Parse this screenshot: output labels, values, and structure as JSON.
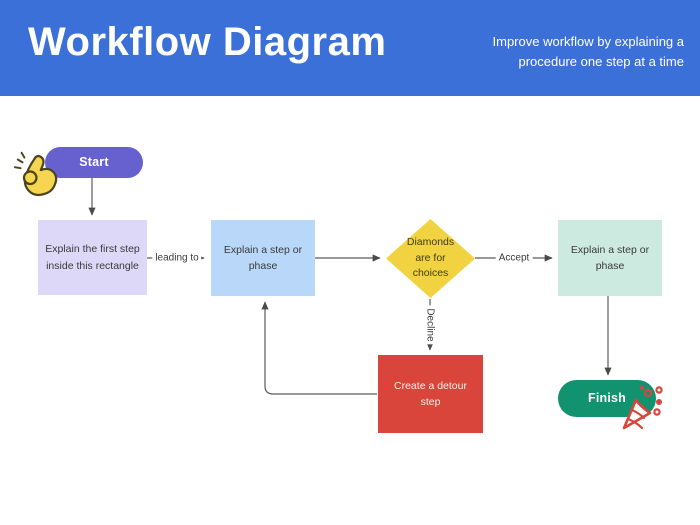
{
  "header": {
    "title": "Workflow Diagram",
    "subtitle": "Improve workflow by explaining a procedure one step at a time",
    "bg_color": "#3B70D8"
  },
  "flowchart": {
    "nodes": [
      {
        "id": "start",
        "type": "pill",
        "label": "Start",
        "color": "#6661CF"
      },
      {
        "id": "first-step",
        "type": "rectangle",
        "label": "Explain the first step inside this rectangle",
        "color": "#DDD8F8"
      },
      {
        "id": "step-or-phase-1",
        "type": "rectangle",
        "label": "Explain a step or phase",
        "color": "#B9D7F8"
      },
      {
        "id": "decision",
        "type": "diamond",
        "label": "Diamonds are for choices",
        "color": "#F1D240"
      },
      {
        "id": "step-or-phase-2",
        "type": "rectangle",
        "label": "Explain a step or phase",
        "color": "#CDEAE0"
      },
      {
        "id": "detour",
        "type": "rectangle",
        "label": "Create a detour step",
        "color": "#D9453B"
      },
      {
        "id": "finish",
        "type": "pill",
        "label": "Finish",
        "color": "#12936F"
      }
    ],
    "edge_labels": {
      "leading_to": "leading to",
      "accept": "Accept",
      "decline": "Decline"
    },
    "icons": [
      {
        "name": "ok-hand-icon",
        "color": "#F6D650"
      },
      {
        "name": "party-popper-icon",
        "color": "#D9453B"
      }
    ]
  }
}
